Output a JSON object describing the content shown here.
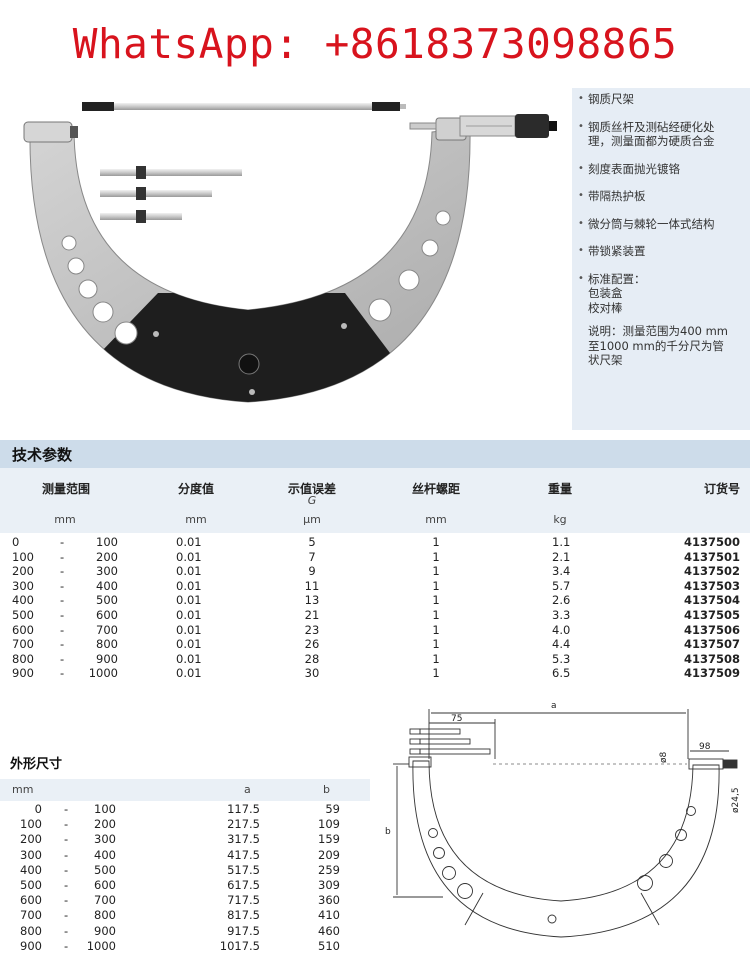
{
  "watermark": {
    "text": "WhatsApp: +8618373098865"
  },
  "colors": {
    "watermark": "#d8131d",
    "section_bar": "#cddcea",
    "header_band": "#eaf0f6",
    "feature_panel": "#e6edf5"
  },
  "features": {
    "items": [
      {
        "bullet": "•",
        "lines": [
          "钢质尺架"
        ]
      },
      {
        "bullet": "•",
        "lines": [
          "钢质丝杆及测砧经硬化处",
          "理，测量面都为硬质合金"
        ]
      },
      {
        "bullet": "•",
        "lines": [
          "刻度表面抛光镀铬"
        ]
      },
      {
        "bullet": "•",
        "lines": [
          "带隔热护板"
        ]
      },
      {
        "bullet": "•",
        "lines": [
          "微分筒与棘轮一体式结构"
        ]
      },
      {
        "bullet": "•",
        "lines": [
          "带锁紧装置"
        ]
      },
      {
        "bullet": "•",
        "lines": [
          "标准配置：",
          "包装盒",
          "校对棒"
        ]
      }
    ],
    "note_lines": [
      "说明：测量范围为400 mm",
      "至1000 mm的千分尺为管",
      "状尺架"
    ]
  },
  "spec": {
    "title": "技术参数",
    "headers": {
      "range": "测量范围",
      "resolution": "分度值",
      "error": "示值误差",
      "error_sub": "G",
      "pitch": "丝杆螺距",
      "weight": "重量",
      "order": "订货号"
    },
    "units": {
      "range": "mm",
      "resolution": "mm",
      "error": "µm",
      "pitch": "mm",
      "weight": "kg"
    },
    "rows": [
      {
        "from": "0",
        "dash": "-",
        "to": "100",
        "res": "0.01",
        "err": "5",
        "pitch": "1",
        "weight": "1.1",
        "order": "4137500"
      },
      {
        "from": "100",
        "dash": "-",
        "to": "200",
        "res": "0.01",
        "err": "7",
        "pitch": "1",
        "weight": "2.1",
        "order": "4137501"
      },
      {
        "from": "200",
        "dash": "-",
        "to": "300",
        "res": "0.01",
        "err": "9",
        "pitch": "1",
        "weight": "3.4",
        "order": "4137502"
      },
      {
        "from": "300",
        "dash": "-",
        "to": "400",
        "res": "0.01",
        "err": "11",
        "pitch": "1",
        "weight": "5.7",
        "order": "4137503"
      },
      {
        "from": "400",
        "dash": "-",
        "to": "500",
        "res": "0.01",
        "err": "13",
        "pitch": "1",
        "weight": "2.6",
        "order": "4137504"
      },
      {
        "from": "500",
        "dash": "-",
        "to": "600",
        "res": "0.01",
        "err": "21",
        "pitch": "1",
        "weight": "3.3",
        "order": "4137505"
      },
      {
        "from": "600",
        "dash": "-",
        "to": "700",
        "res": "0.01",
        "err": "23",
        "pitch": "1",
        "weight": "4.0",
        "order": "4137506"
      },
      {
        "from": "700",
        "dash": "-",
        "to": "800",
        "res": "0.01",
        "err": "26",
        "pitch": "1",
        "weight": "4.4",
        "order": "4137507"
      },
      {
        "from": "800",
        "dash": "-",
        "to": "900",
        "res": "0.01",
        "err": "28",
        "pitch": "1",
        "weight": "5.3",
        "order": "4137508"
      },
      {
        "from": "900",
        "dash": "-",
        "to": "1000",
        "res": "0.01",
        "err": "30",
        "pitch": "1",
        "weight": "6.5",
        "order": "4137509"
      }
    ]
  },
  "dimensions": {
    "title": "外形尺寸",
    "headers": {
      "unit": "mm",
      "a": "a",
      "b": "b"
    },
    "rows": [
      {
        "from": "0",
        "dash": "-",
        "to": "100",
        "a": "117.5",
        "b": "59"
      },
      {
        "from": "100",
        "dash": "-",
        "to": "200",
        "a": "217.5",
        "b": "109"
      },
      {
        "from": "200",
        "dash": "-",
        "to": "300",
        "a": "317.5",
        "b": "159"
      },
      {
        "from": "300",
        "dash": "-",
        "to": "400",
        "a": "417.5",
        "b": "209"
      },
      {
        "from": "400",
        "dash": "-",
        "to": "500",
        "a": "517.5",
        "b": "259"
      },
      {
        "from": "500",
        "dash": "-",
        "to": "600",
        "a": "617.5",
        "b": "309"
      },
      {
        "from": "600",
        "dash": "-",
        "to": "700",
        "a": "717.5",
        "b": "360"
      },
      {
        "from": "700",
        "dash": "-",
        "to": "800",
        "a": "817.5",
        "b": "410"
      },
      {
        "from": "800",
        "dash": "-",
        "to": "900",
        "a": "917.5",
        "b": "460"
      },
      {
        "from": "900",
        "dash": "-",
        "to": "1000",
        "a": "1017.5",
        "b": "510"
      }
    ]
  },
  "drawing_labels": {
    "a": "a",
    "b": "b",
    "d75": "75",
    "d98": "98",
    "d8": "ø8",
    "d245": "ø24,5"
  }
}
